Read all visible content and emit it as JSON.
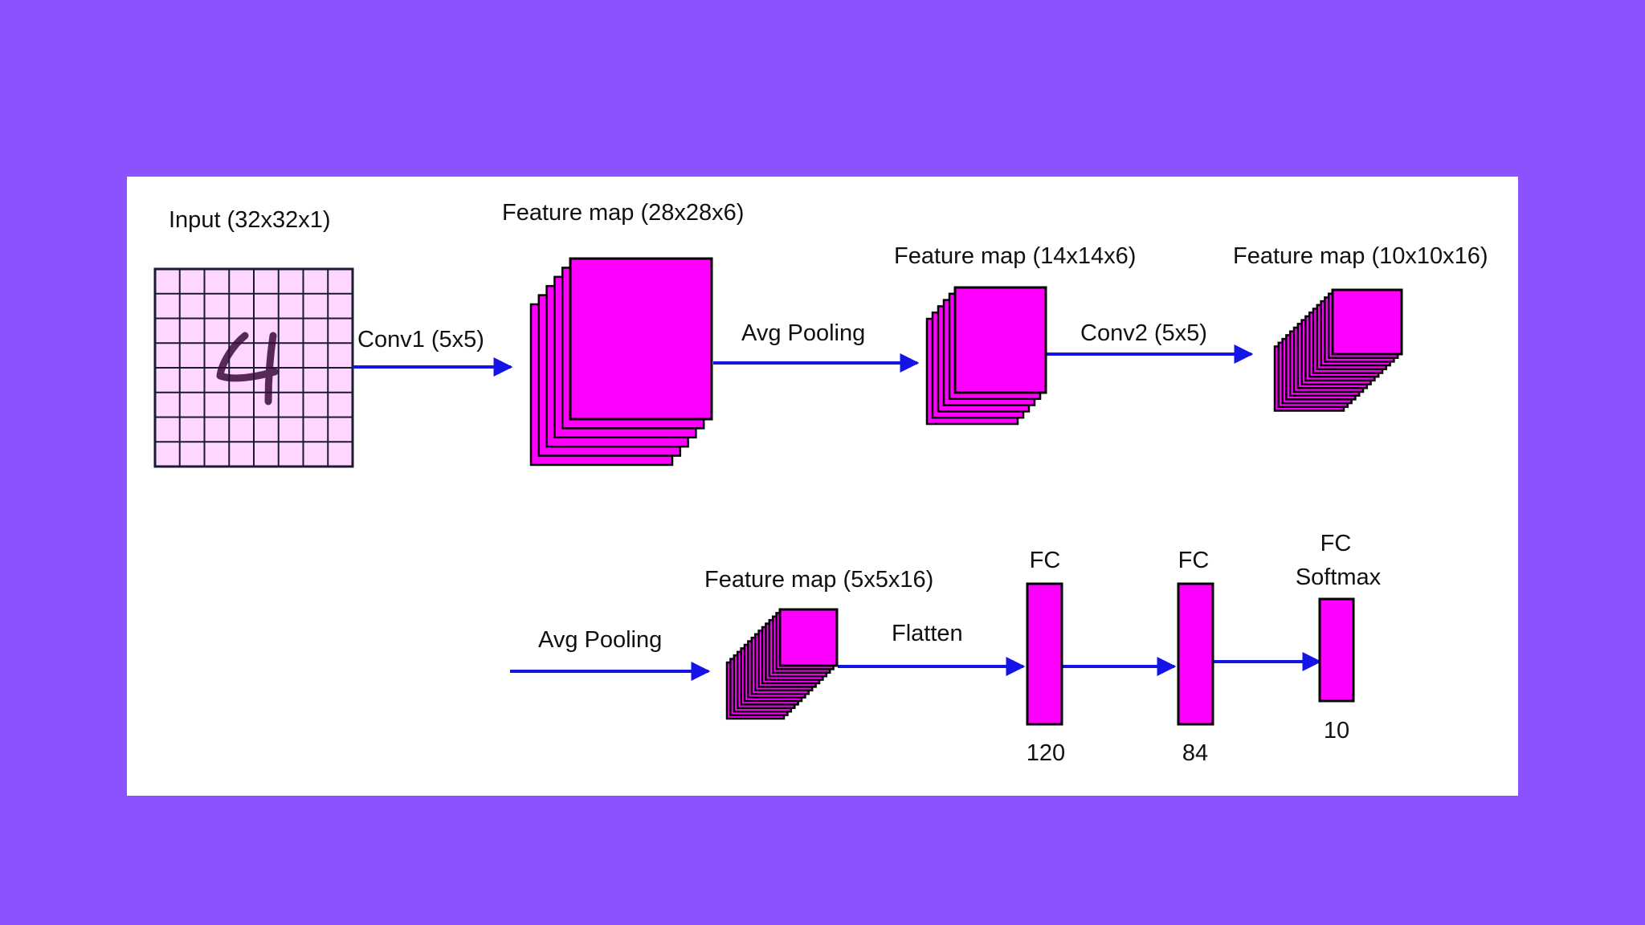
{
  "colors": {
    "background": "#8c52ff",
    "panel": "#ffffff",
    "layer_fill": "#ff00ff",
    "input_fill": "#ffd6ff",
    "arrow": "#1414e6",
    "outline": "#000000"
  },
  "diagram": {
    "input": {
      "label": "Input (32x32x1)",
      "digit": "4"
    },
    "conv1": {
      "op_label": "Conv1 (5x5)",
      "map_label": "Feature map (28x28x6)"
    },
    "pool1": {
      "op_label": "Avg Pooling",
      "map_label": "Feature map (14x14x6)"
    },
    "conv2": {
      "op_label": "Conv2 (5x5)",
      "map_label": "Feature map (10x10x16)"
    },
    "pool2": {
      "op_label": "Avg Pooling",
      "map_label": "Feature map (5x5x16)"
    },
    "flatten": {
      "op_label": "Flatten"
    },
    "fc1": {
      "title": "FC",
      "size": "120"
    },
    "fc2": {
      "title": "FC",
      "size": "84"
    },
    "fc3": {
      "title": "FC",
      "subtitle": "Softmax",
      "size": "10"
    }
  }
}
